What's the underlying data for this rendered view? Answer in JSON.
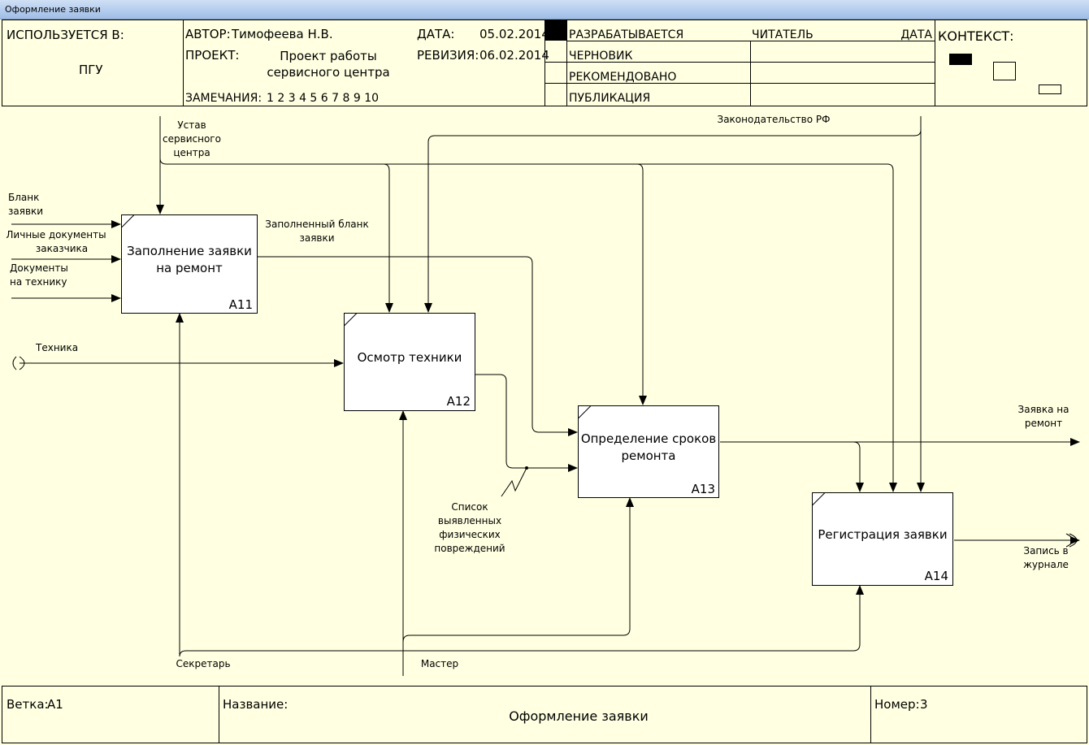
{
  "window_title": "Оформление заявки",
  "header": {
    "used_in_label": "ИСПОЛЬЗУЕТСЯ В:",
    "used_in_value": "ПГУ",
    "author_label": "АВТОР:",
    "author_value": "Тимофеева Н.В.",
    "project_label": "ПРОЕКТ:",
    "project_line1": "Проект работы",
    "project_line2": "сервисного центра",
    "notes_label": "ЗАМЕЧАНИЯ:",
    "notes_value": "1 2 3 4 5 6 7 8 9 10",
    "date_label": "ДАТА:",
    "date_value": "05.02.2014",
    "revision_label": "РЕВИЗИЯ:",
    "revision_value": "06.02.2014",
    "status_working": "РАЗРАБАТЫВАЕТСЯ",
    "status_draft": "ЧЕРНОВИК",
    "status_recommended": "РЕКОМЕНДОВАНО",
    "status_publication": "ПУБЛИКАЦИЯ",
    "reader_label": "ЧИТАТЕЛЬ",
    "reader_date_label": "ДАТА",
    "context_label": "КОНТЕКСТ:"
  },
  "boxes": {
    "a11": {
      "label1": "Заполнение заявки",
      "label2": "на ремонт",
      "id": "A11"
    },
    "a12": {
      "label1": "Осмотр техники",
      "id": "A12"
    },
    "a13": {
      "label1": "Определение сроков",
      "label2": "ремонта",
      "id": "A13"
    },
    "a14": {
      "label1": "Регистрация заявки",
      "id": "A14"
    }
  },
  "arrows": {
    "ustav1": "Устав",
    "ustav2": "сервисного",
    "ustav3": "центра",
    "law": "Законодательство РФ",
    "blank1": "Бланк",
    "blank2": "заявки",
    "personal1": "Личные документы",
    "personal2": "заказчика",
    "docs1": "Документы",
    "docs2": "на технику",
    "technika": "Техника",
    "filled1": "Заполненный бланк",
    "filled2": "заявки",
    "damage1": "Список",
    "damage2": "выявленных",
    "damage3": "физических",
    "damage4": "повреждений",
    "request1": "Заявка на",
    "request2": "ремонт",
    "record1": "Запись в",
    "record2": "журнале",
    "secretary": "Секретарь",
    "master": "Мастер"
  },
  "footer": {
    "node_label": "Ветка:",
    "node_value": "А1",
    "title_label": "Название:",
    "title_value": "Оформление заявки",
    "number_label": "Номер:",
    "number_value": "3"
  }
}
